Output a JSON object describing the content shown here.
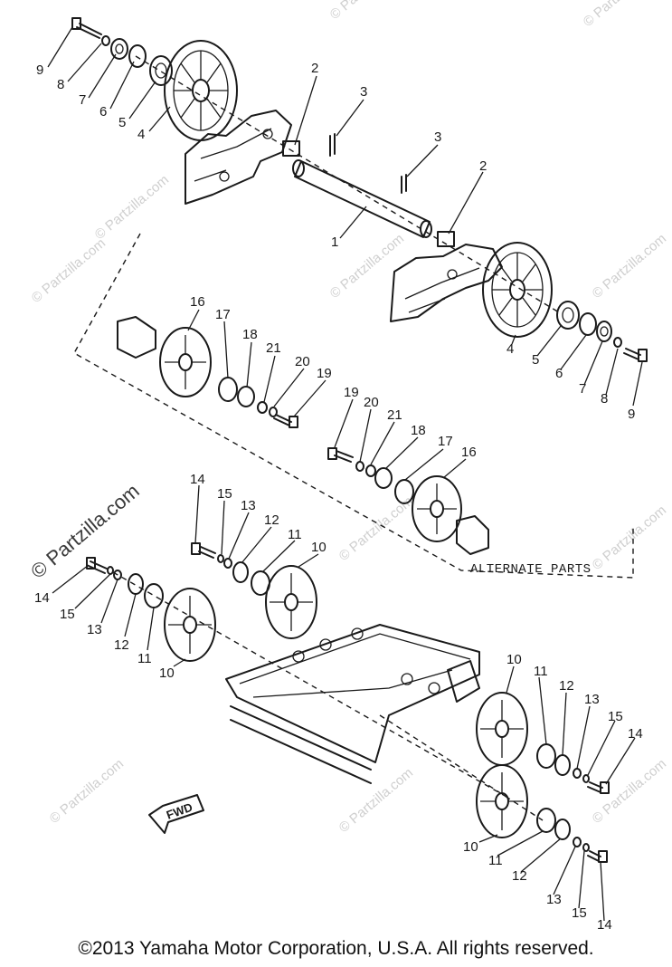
{
  "watermark_small": "© Partzilla.com",
  "watermark_big": "© Partzilla.com",
  "alternate_parts_label": "ALTERNATE PARTS",
  "fwd_label": "FWD",
  "copyright": "©2013 Yamaha Motor Corporation, U.S.A. All rights reserved.",
  "callouts": {
    "c1": "1",
    "c2a": "2",
    "c2b": "2",
    "c3a": "3",
    "c3b": "3",
    "c4a": "4",
    "c4b": "4",
    "c5a": "5",
    "c5b": "5",
    "c6a": "6",
    "c6b": "6",
    "c7a": "7",
    "c7b": "7",
    "c8a": "8",
    "c8b": "8",
    "c9a": "9",
    "c9b": "9",
    "c16a": "16",
    "c17a": "17",
    "c18a": "18",
    "c21a": "21",
    "c20a": "20",
    "c19a": "19",
    "c19b": "19",
    "c20b": "20",
    "c21b": "21",
    "c18b": "18",
    "c17b": "17",
    "c16b": "16",
    "c14a": "14",
    "c15a": "15",
    "c13a": "13",
    "c12a": "12",
    "c11a": "11",
    "c10a": "10",
    "c14b": "14",
    "c15b": "15",
    "c13b": "13",
    "c12b": "12",
    "c11b": "11",
    "c10b": "10",
    "c10c": "10",
    "c11c": "11",
    "c12c": "12",
    "c13c": "13",
    "c15c": "15",
    "c14c": "14",
    "c10d": "10",
    "c11d": "11",
    "c12d": "12",
    "c13d": "13",
    "c15d": "15",
    "c14d": "14"
  }
}
